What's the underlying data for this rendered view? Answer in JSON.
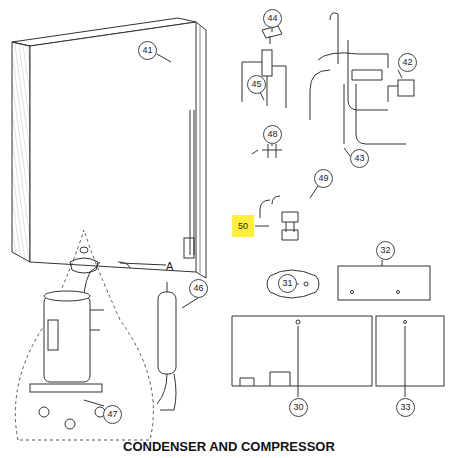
{
  "diagram": {
    "title": "CONDENSER AND COMPRESSOR",
    "labels": [
      "41",
      "44",
      "45",
      "42",
      "43",
      "48",
      "49",
      "50",
      "32",
      "31",
      "46",
      "47",
      "30",
      "33",
      "A"
    ]
  }
}
